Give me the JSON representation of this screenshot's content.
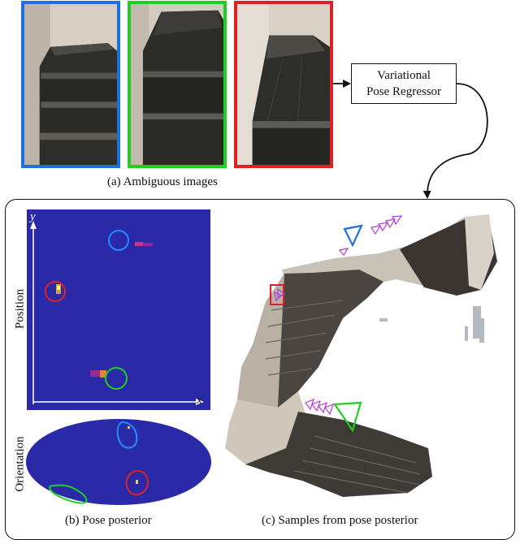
{
  "images": [
    {
      "name": "blue",
      "color": "#1f6fe0"
    },
    {
      "name": "green",
      "color": "#20d020"
    },
    {
      "name": "red",
      "color": "#e01f24"
    }
  ],
  "captions": {
    "a": "(a) Ambiguous images",
    "b": "(b) Pose posterior",
    "c": "(c) Samples from pose posterior"
  },
  "regressor": {
    "line1": "Variational",
    "line2": "Pose Regressor"
  },
  "posterior": {
    "position_label": "Position",
    "orientation_label": "Orientation",
    "x_axis": "x",
    "y_axis": "y",
    "background": "#2a2aa8"
  }
}
